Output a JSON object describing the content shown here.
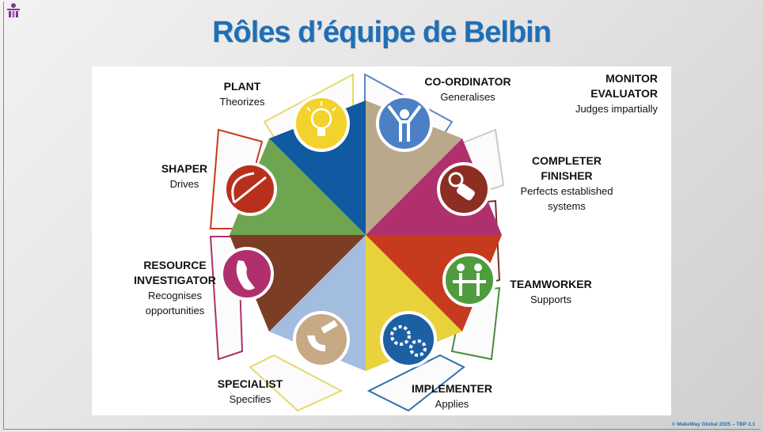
{
  "title": "Rôles d’équipe de Belbin",
  "roles": [
    {
      "name": "PLANT",
      "desc": "Theorizes",
      "color": "#0f5aa0",
      "icon": "lightbulb-icon"
    },
    {
      "name": "CO-ORDINATOR",
      "desc": "Generalises",
      "color": "#b9a98b",
      "icon": "person-arms-up-icon"
    },
    {
      "name": "MONITOR EVALUATOR",
      "desc": "Judges impartially",
      "color": "#ffffff",
      "icon": "none"
    },
    {
      "name": "COMPLETER FINISHER",
      "desc": "Perfects established systems",
      "color": "#b0306e",
      "icon": "hand-wrench-icon"
    },
    {
      "name": "TEAMWORKER",
      "desc": "Supports",
      "color": "#c63b1d",
      "icon": "people-holding-hands-icon"
    },
    {
      "name": "IMPLEMENTER",
      "desc": "Applies",
      "color": "#e9d33c",
      "icon": "gears-icon"
    },
    {
      "name": "SPECIALIST",
      "desc": "Specifies",
      "color": "#a3bddf",
      "icon": "micrometer-icon"
    },
    {
      "name": "RESOURCE INVESTIGATOR",
      "desc": "Recognises opportunities",
      "color": "#7b3d24",
      "icon": "telephone-icon"
    },
    {
      "name": "SHAPER",
      "desc": "Drives",
      "color": "#6ea550",
      "icon": "whip-icon"
    }
  ],
  "footer": "© MakeWay Global 2025 – TBP 2.1"
}
